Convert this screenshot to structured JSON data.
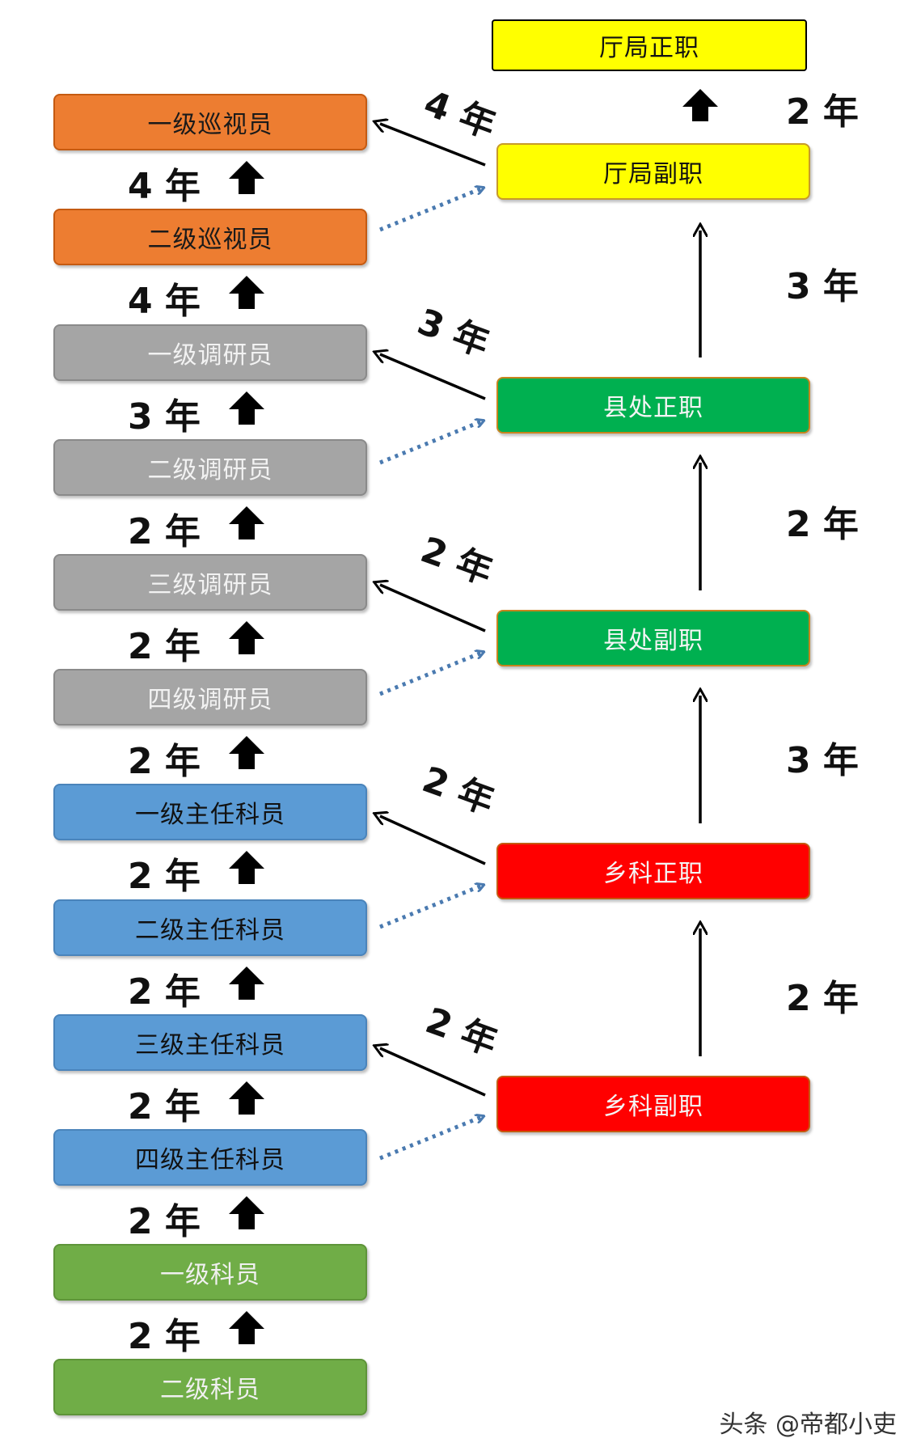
{
  "left_ladder": [
    {
      "label": "一级巡视员",
      "color": "orange"
    },
    {
      "label": "二级巡视员",
      "color": "orange"
    },
    {
      "label": "一级调研员",
      "color": "gray"
    },
    {
      "label": "二级调研员",
      "color": "gray"
    },
    {
      "label": "三级调研员",
      "color": "gray"
    },
    {
      "label": "四级调研员",
      "color": "gray"
    },
    {
      "label": "一级主任科员",
      "color": "blue"
    },
    {
      "label": "二级主任科员",
      "color": "blue"
    },
    {
      "label": "三级主任科员",
      "color": "blue"
    },
    {
      "label": "四级主任科员",
      "color": "blue"
    },
    {
      "label": "一级科员",
      "color": "light-green"
    },
    {
      "label": "二级科员",
      "color": "light-green"
    }
  ],
  "left_gaps": [
    "4 年",
    "4 年",
    "3 年",
    "2 年",
    "2 年",
    "2 年",
    "2 年",
    "2 年",
    "2 年",
    "2 年",
    "2 年"
  ],
  "right_ladder": [
    {
      "label": "厅局正职",
      "color": "yellow"
    },
    {
      "label": "厅局副职",
      "color": "yellow"
    },
    {
      "label": "县处正职",
      "color": "green"
    },
    {
      "label": "县处副职",
      "color": "green"
    },
    {
      "label": "乡科正职",
      "color": "red"
    },
    {
      "label": "乡科副职",
      "color": "red"
    }
  ],
  "right_gaps": [
    "2 年",
    "3 年",
    "2 年",
    "3 年",
    "2 年"
  ],
  "diagonal_labels": [
    "4 年",
    "3 年",
    "2 年",
    "2 年",
    "2 年"
  ],
  "watermark": "头条 @帝都小吏",
  "colors": {
    "orange": "#ed7d31",
    "gray": "#a5a5a5",
    "blue": "#5b9bd5",
    "light-green": "#70ad47",
    "yellow": "#ffff00",
    "green": "#00b050",
    "red": "#ff0000",
    "dotted_arrow": "#4a7ab0"
  }
}
